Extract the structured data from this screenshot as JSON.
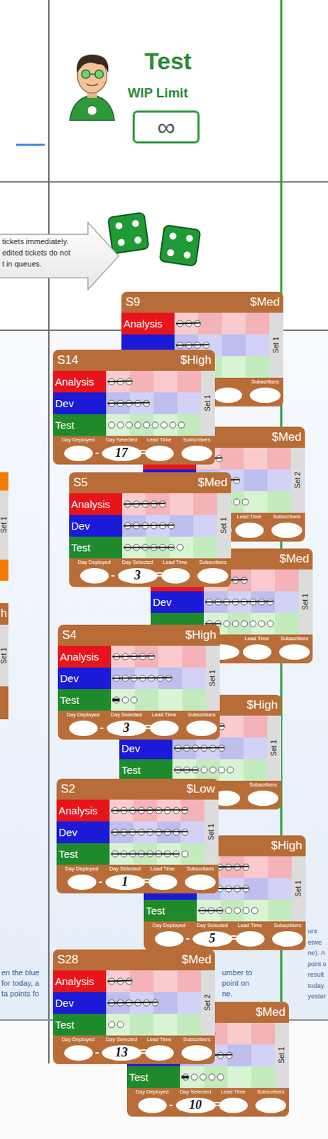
{
  "diagram": {
    "nodes": [
      {
        "text": [
          "∞"
        ]
      },
      {
        "text": [
          "tickets immediately.",
          "edited tickets do not",
          "t in queues."
        ]
      },
      {
        "text": [
          "S9",
          "$Med",
          "Analysis",
          "Set 1",
          "Subscribers"
        ]
      },
      {
        "text": [
          "S14",
          "$High",
          "Analysis",
          "Dev",
          "Test",
          "Set 1",
          "Day Deployed",
          "Day Selected",
          "Lead Time",
          "Subscribers",
          "-",
          "17",
          "="
        ]
      },
      {
        "text": [
          "$Med",
          "Set 2",
          "Lead Time",
          "Subscribers"
        ]
      },
      {
        "text": [
          "Set 1"
        ]
      },
      {
        "text": [
          "S5",
          "$Med",
          "Analysis",
          "Dev",
          "Test",
          "Set 1",
          "Day Deployed",
          "Day Selected",
          "Lead Time",
          "Subscribers",
          "-",
          "3",
          "="
        ]
      },
      {
        "text": [
          "$Med",
          "Dev",
          "Set 1",
          "Lead Time",
          "Subscribers"
        ]
      },
      {
        "text": [
          "h",
          "Set 1"
        ]
      },
      {
        "text": [
          "S4",
          "$High",
          "Analysis",
          "Dev",
          "Test",
          "Set 1",
          "Day Deployed",
          "Day Selected",
          "Lead Time",
          "Subscribers",
          "-",
          "3",
          "="
        ]
      },
      {
        "text": [
          "$High",
          "Dev",
          "Test",
          "Set 1",
          "Subscribers"
        ]
      },
      {
        "text": [
          "S2",
          "$Low",
          "Analysis",
          "Dev",
          "Test",
          "Set 1",
          "Day Deployed",
          "Day Selected",
          "Lead Time",
          "Subscribers",
          "-",
          "1",
          "="
        ]
      },
      {
        "text": [
          "$High",
          "Test",
          "Set 1",
          "Day Deployed",
          "Day Selected",
          "Lead Time",
          "Subscribers",
          "-",
          "5",
          "="
        ]
      },
      {
        "text": [
          "S28",
          "$Med",
          "Analysis",
          "Dev",
          "Test",
          "Set 2",
          "Day Deployed",
          "Day Selected",
          "Lead Time",
          "Subscribers",
          "-",
          "13",
          "="
        ]
      },
      {
        "text": [
          "$Med",
          "Test",
          "Set 1",
          "Day Deployed",
          "Day Selected",
          "Lead Time",
          "Subscribers",
          "-",
          "10",
          "="
        ]
      }
    ],
    "labels": [
      "Test",
      "WIP Limit",
      "en the blue",
      "for today, a",
      "ta points fo",
      "umber to",
      "point on",
      "ne.",
      "unt",
      "etwe",
      "ne). A",
      "point o",
      "result",
      "today.",
      "yester"
    ]
  }
}
